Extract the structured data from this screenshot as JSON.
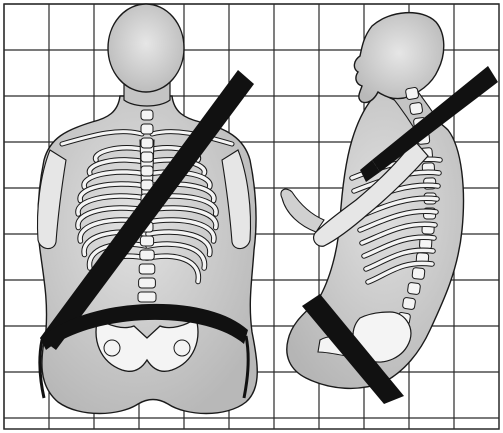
{
  "figure": {
    "subject": "seat-belt-anatomy-illustration",
    "views": [
      "front-view",
      "side-view"
    ],
    "colors": {
      "background": "#ffffff",
      "grid": "#2a2a2a",
      "body_fill": "#d2d2d2",
      "body_shade": "#b3b3b3",
      "bone": "#f4f4f4",
      "outline": "#1a1a1a",
      "belt": "#111111"
    }
  }
}
